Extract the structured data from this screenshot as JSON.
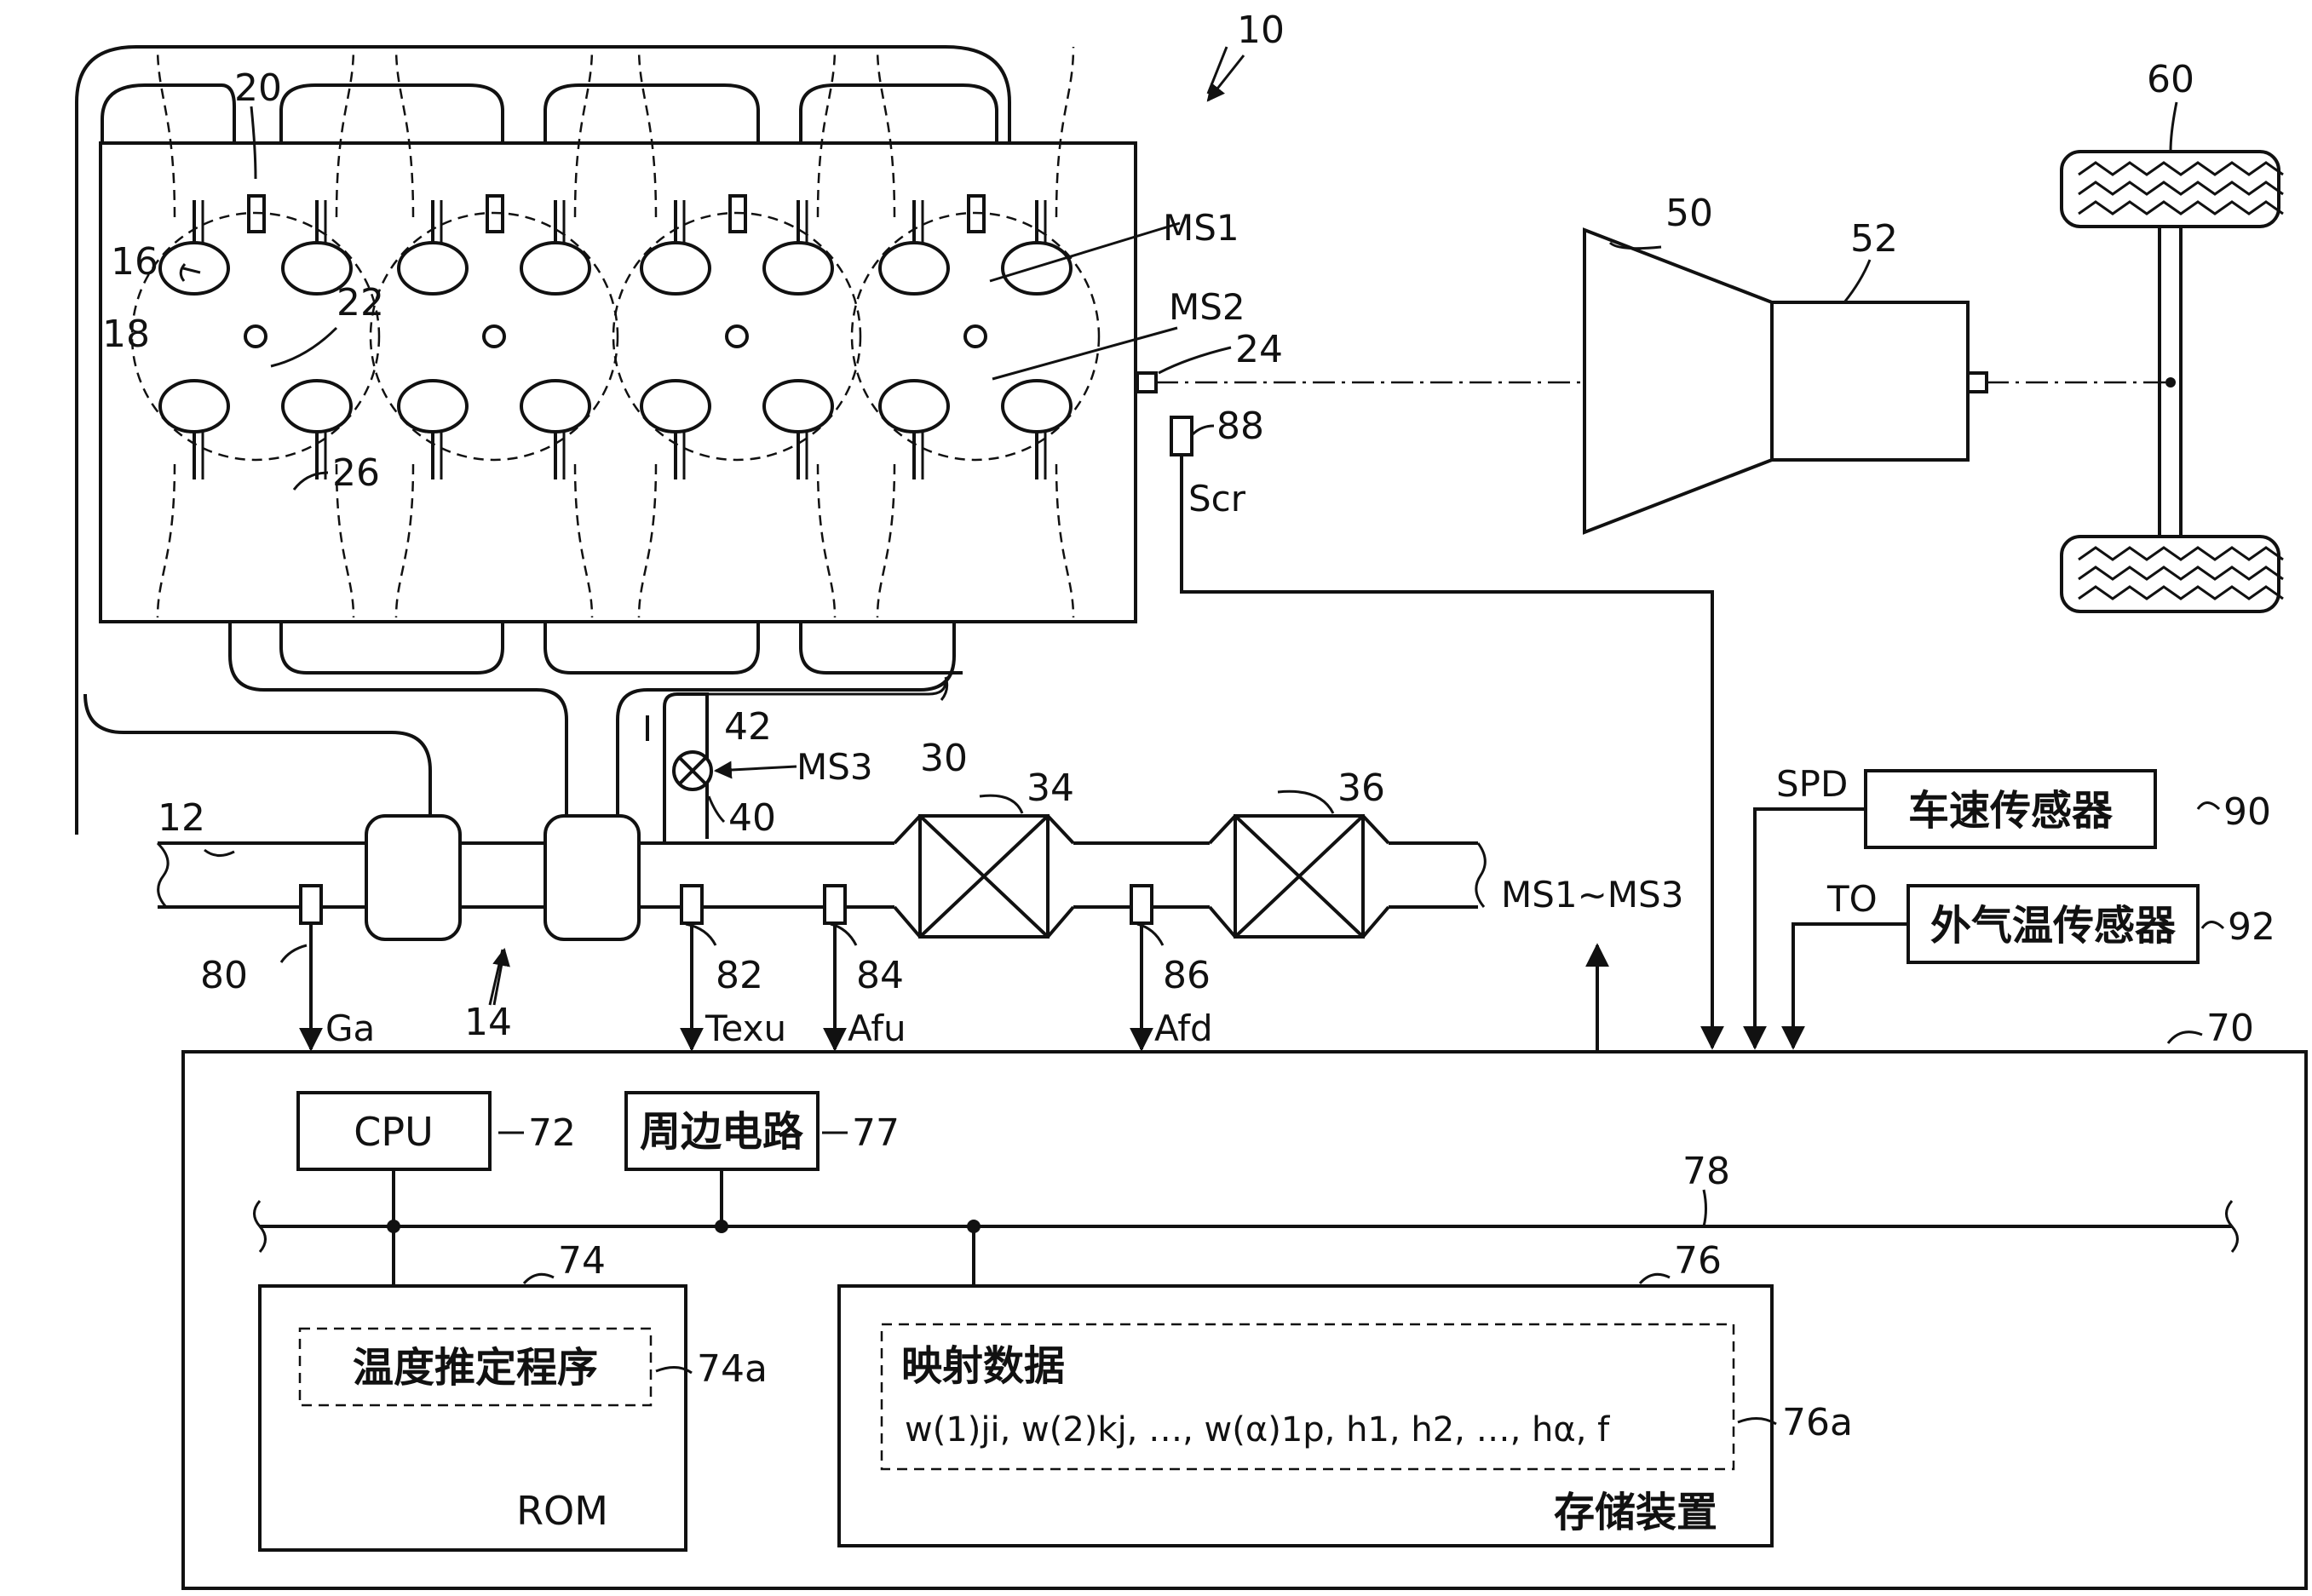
{
  "refs": {
    "r10": "10",
    "r12": "12",
    "r14": "14",
    "r16": "16",
    "r18": "18",
    "r20": "20",
    "r22": "22",
    "r24": "24",
    "r26": "26",
    "r30": "30",
    "r34": "34",
    "r36": "36",
    "r40": "40",
    "r42": "42",
    "r50": "50",
    "r52": "52",
    "r60": "60",
    "r70": "70",
    "r72": "72",
    "r74": "74",
    "r74a": "74a",
    "r76": "76",
    "r76a": "76a",
    "r77": "77",
    "r78": "78",
    "r80": "80",
    "r82": "82",
    "r84": "84",
    "r86": "86",
    "r88": "88",
    "r90": "90",
    "r92": "92"
  },
  "signals": {
    "ms1": "MS1",
    "ms2": "MS2",
    "ms3": "MS3",
    "scr": "Scr",
    "spd": "SPD",
    "to": "TO",
    "ga": "Ga",
    "texu": "Texu",
    "afu": "Afu",
    "afd": "Afd",
    "ms_range": "MS1~MS3"
  },
  "blocks": {
    "cpu": "CPU",
    "peripheral": "周边电路",
    "rom": "ROM",
    "temp_program": "温度推定程序",
    "storage": "存储装置",
    "map_title": "映射数据",
    "map_params": "w(1)ji, w(2)kj, …, w(α)1p, h1, h2, …, hα, f",
    "speed_sensor": "车速传感器",
    "ambient_sensor": "外气温传感器"
  }
}
